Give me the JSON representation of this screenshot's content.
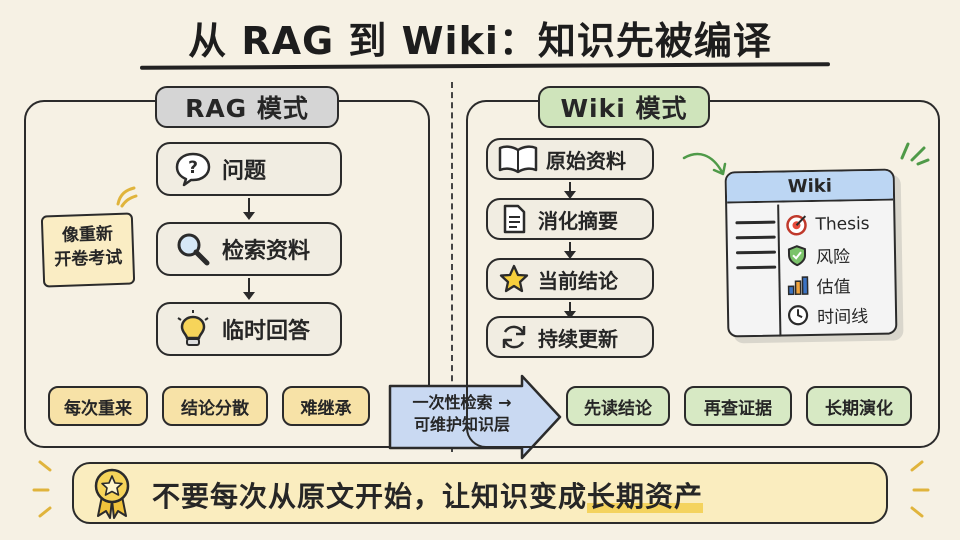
{
  "title": "从 RAG 到 Wiki：知识先被编译",
  "rag": {
    "label": "RAG 模式",
    "steps": [
      {
        "text": "问题",
        "icon": "question-bubble-icon"
      },
      {
        "text": "检索资料",
        "icon": "magnifier-icon"
      },
      {
        "text": "临时回答",
        "icon": "lightbulb-icon"
      }
    ],
    "note": [
      "像重新",
      "开卷考试"
    ],
    "tags": [
      "每次重来",
      "结论分散",
      "难继承"
    ]
  },
  "wiki": {
    "label": "Wiki 模式",
    "steps": [
      {
        "text": "原始资料",
        "icon": "open-book-icon"
      },
      {
        "text": "消化摘要",
        "icon": "document-icon"
      },
      {
        "text": "当前结论",
        "icon": "star-icon"
      },
      {
        "text": "持续更新",
        "icon": "refresh-icon"
      }
    ],
    "card": {
      "title": "Wiki",
      "items": [
        {
          "text": "Thesis",
          "icon": "target-icon"
        },
        {
          "text": "风险",
          "icon": "shield-icon"
        },
        {
          "text": "估值",
          "icon": "bar-chart-icon"
        },
        {
          "text": "时间线",
          "icon": "clock-icon"
        }
      ]
    },
    "tags": [
      "先读结论",
      "再查证据",
      "长期演化"
    ]
  },
  "bridge": {
    "line1": "一次性检索 →",
    "line2": "可维护知识层"
  },
  "banner": {
    "text": "不要每次从原文开始，让知识变成",
    "highlight": "长期资产",
    "icon": "award-badge-icon"
  },
  "colors": {
    "background": "#f6f1e4",
    "rag_label": "#d5d5d5",
    "wiki_label": "#cfe4bb",
    "yellow_tag": "#f7e2a7",
    "green_tag": "#d7e9c4",
    "bridge_arrow": "#c9d9f2",
    "wiki_header": "#bcd6f3"
  }
}
